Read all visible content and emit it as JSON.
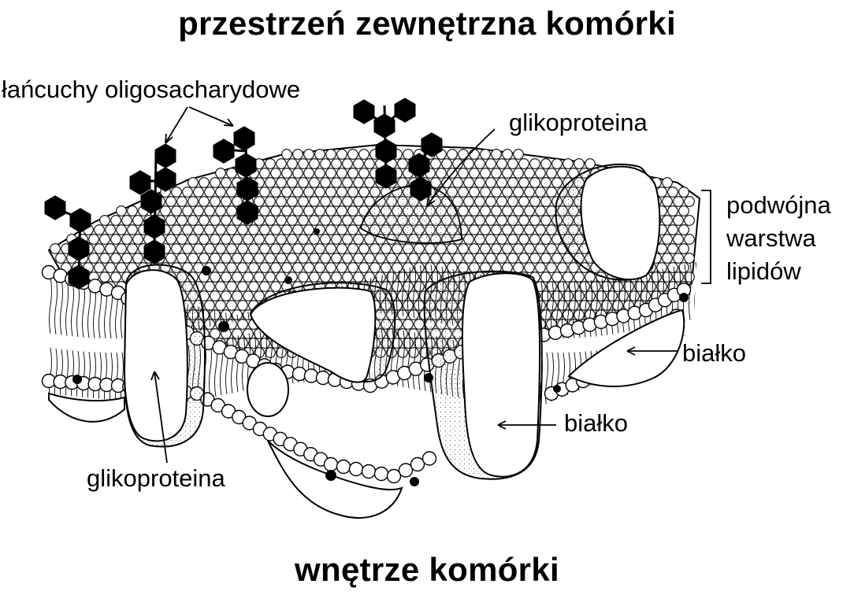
{
  "title_top": "przestrzeń zewnętrzna komórki",
  "title_bottom": "wnętrze komórki",
  "labels": {
    "oligosaccharide_chains": "łańcuchy oligosacharydowe",
    "glycoprotein_top": "glikoproteina",
    "lipid_bilayer_line1": "podwójna",
    "lipid_bilayer_line2": "warstwa",
    "lipid_bilayer_line3": "lipidów",
    "protein_right": "białko",
    "protein_middle": "białko",
    "glycoprotein_bottom": "glikoproteina"
  },
  "colors": {
    "ink": "#000000",
    "paper": "#ffffff",
    "stipple": "#8a8a8a"
  }
}
